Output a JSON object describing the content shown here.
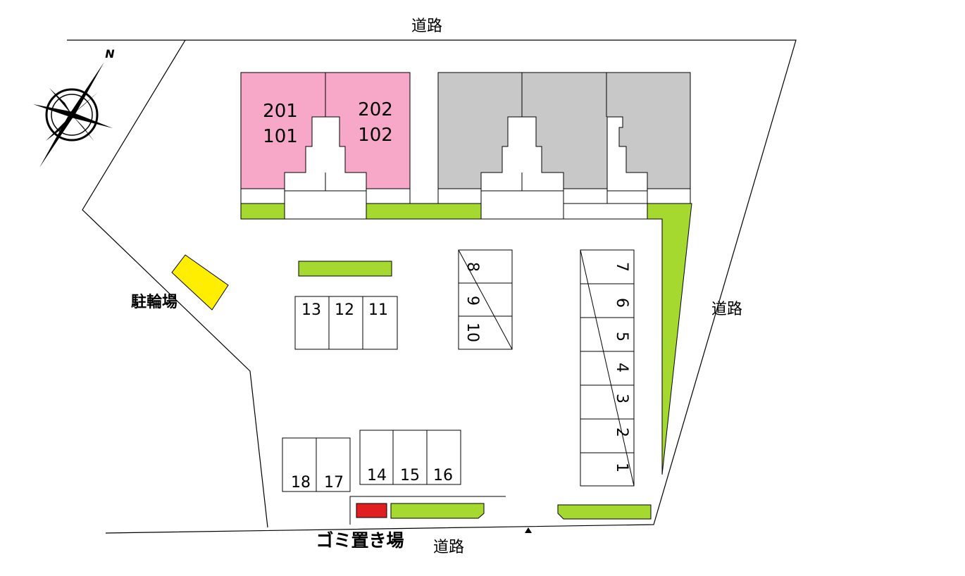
{
  "labels": {
    "road_top": "道路",
    "road_right": "道路",
    "road_bottom": "道路",
    "bicycle_parking": "駐輪場",
    "garbage_area": "ゴミ置き場",
    "north": "N"
  },
  "building_a": {
    "units_left": [
      "201",
      "101"
    ],
    "units_right": [
      "202",
      "102"
    ]
  },
  "parking": {
    "row_13_11": [
      "13",
      "12",
      "11"
    ],
    "column_8_10": [
      "8",
      "9",
      "10"
    ],
    "column_7_1": [
      "7",
      "6",
      "5",
      "4",
      "3",
      "2",
      "1"
    ],
    "row_18_17": [
      "18",
      "17"
    ],
    "row_14_16": [
      "14",
      "15",
      "16"
    ]
  },
  "colors": {
    "building_occupied": "#f7a8c8",
    "building_other": "#c8c8c8",
    "greenery": "#a6d92f",
    "bicycle_parking": "#ffee00",
    "garbage_area": "#e02020",
    "lines": "#000000"
  }
}
